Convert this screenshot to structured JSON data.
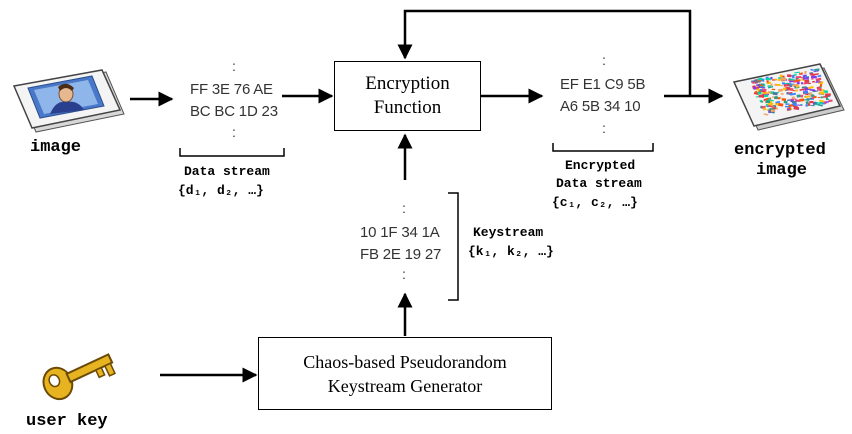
{
  "labels": {
    "image": "image",
    "encrypted_image": [
      "encrypted",
      "image"
    ],
    "user_key": "user key"
  },
  "encryption_box": {
    "lines": [
      "Encryption",
      "Function"
    ]
  },
  "generator_box": {
    "lines": [
      "Chaos-based Pseudorandom",
      "Keystream Generator"
    ]
  },
  "data_stream": {
    "dots": ":",
    "hex": [
      "FF 3E 76 AE",
      "BC BC 1D 23"
    ],
    "caption": [
      "Data stream",
      "{d₁, d₂, …}"
    ]
  },
  "encrypted_stream": {
    "dots": ":",
    "hex": [
      "EF E1 C9 5B",
      "A6 5B 34 10"
    ],
    "caption": [
      "Encrypted",
      "Data stream",
      "{c₁, c₂, …}"
    ]
  },
  "keystream": {
    "dots": ":",
    "hex": [
      "10 1F 34 1A",
      "FB 2E 19 27"
    ],
    "caption": [
      "Keystream",
      "{k₁, k₂, …}"
    ]
  },
  "colors": {
    "line": "#000000",
    "key_gold": "#e8b320",
    "photo_blue": "#4a78c8",
    "paper": "#f2f2f2"
  }
}
